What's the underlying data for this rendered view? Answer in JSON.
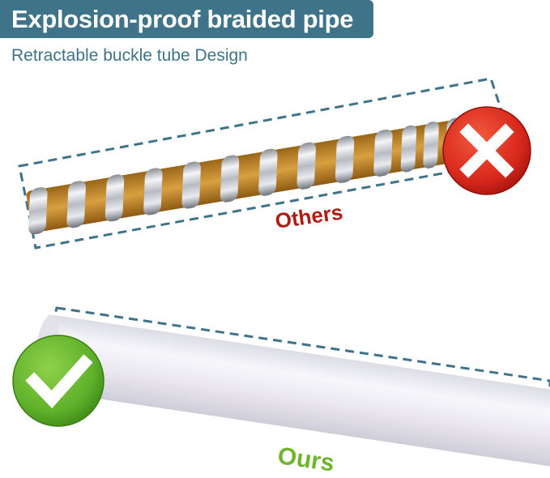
{
  "header": {
    "title": "Explosion-proof braided pipe",
    "subtitle": "Retractable buckle tube Design"
  },
  "comparison": {
    "others": {
      "label": "Others",
      "verdict_icon": "cross-icon",
      "label_color": "#b01c14"
    },
    "ours": {
      "label": "Ours",
      "verdict_icon": "check-icon",
      "label_color": "#6fb52c"
    }
  },
  "colors": {
    "brand_teal": "#3e7389",
    "cross_red": "#d8281c",
    "check_green": "#5fb02a",
    "hose_amber": "#c48a2c"
  }
}
